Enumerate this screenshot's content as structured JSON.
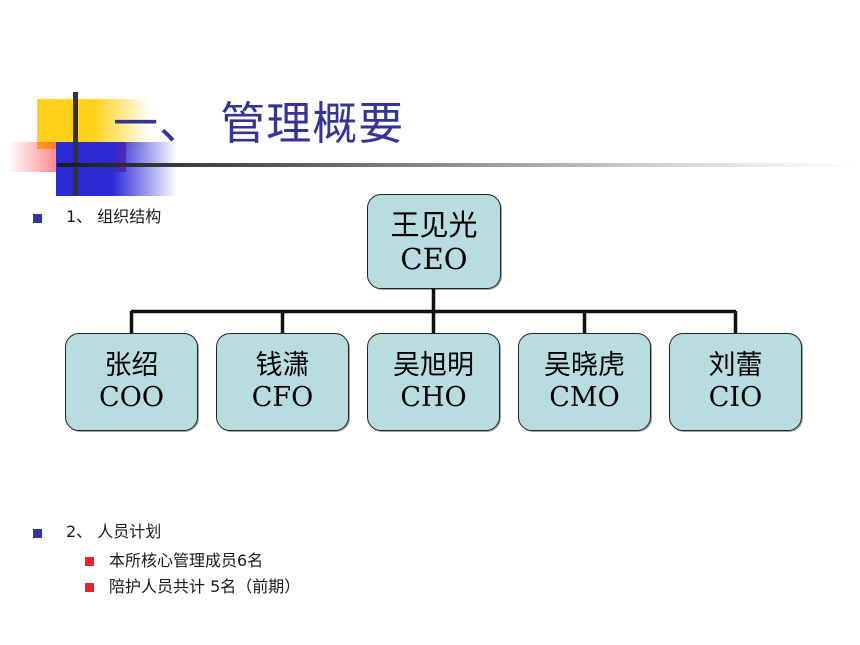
{
  "slide": {
    "title": "一、 管理概要",
    "title_color": "#333399",
    "background": "#ffffff"
  },
  "decoration": {
    "yellow": "#FFD11A",
    "red": "#FF1A1A",
    "blue": "#2B2BD6",
    "bar": "#333333"
  },
  "bullets": {
    "level1": [
      {
        "marker_color": "#3333A8",
        "text": "1、 组织结构"
      },
      {
        "marker_color": "#3333A8",
        "text": "2、 人员计划"
      }
    ],
    "level2": [
      {
        "marker_color": "#EE2222",
        "text": "本所核心管理成员6名"
      },
      {
        "marker_color": "#EE2222",
        "text": "陪护人员共计 5名（前期）"
      }
    ]
  },
  "org_chart": {
    "node_fill": "#B8DDE0",
    "node_border": "#222222",
    "connector_color": "#111111",
    "root": {
      "name": "王见光",
      "role": "CEO"
    },
    "children": [
      {
        "name": "张绍",
        "role": "COO"
      },
      {
        "name": "钱潇",
        "role": "CFO"
      },
      {
        "name": "吴旭明",
        "role": "CHO"
      },
      {
        "name": "吴晓虎",
        "role": "CMO"
      },
      {
        "name": "刘蕾",
        "role": "CIO"
      }
    ]
  }
}
